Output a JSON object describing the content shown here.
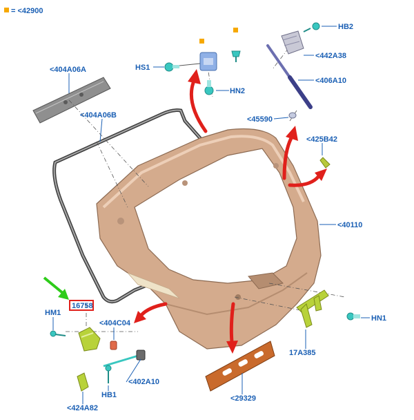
{
  "legend": {
    "color": "#f6a800",
    "text": "= <42900"
  },
  "highlight_color": "#e0201b",
  "pointer_color": "#2ecc1a",
  "label_color": "#1a5fb4",
  "labels": {
    "l_404A06A": "<404A06A",
    "l_404A06B": "<404A06B",
    "l_HS1": "HS1",
    "l_HN2": "HN2",
    "l_HB2": "HB2",
    "l_442A38": "<442A38",
    "l_406A10": "<406A10",
    "l_45590": "<45590",
    "l_425B42": "<425B42",
    "l_40110": "<40110",
    "l_16758": "16758",
    "l_HM1": "HM1",
    "l_404C04": "<404C04",
    "l_HN1": "HN1",
    "l_17A385": "17A385",
    "l_402A10": "<402A10",
    "l_HB1": "HB1",
    "l_424A82": "<424A82",
    "l_29329": "<29329"
  }
}
